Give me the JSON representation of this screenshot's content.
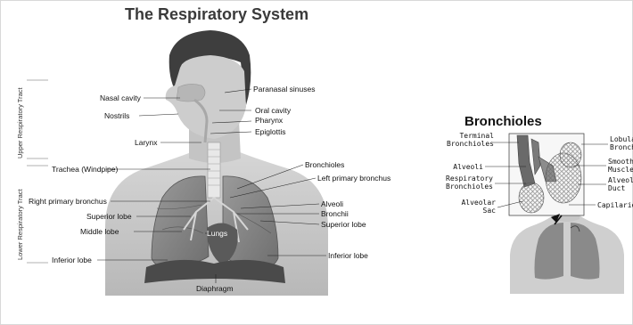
{
  "main_diagram": {
    "title": "The Respiratory System",
    "side_labels": {
      "upper": "Upper Respiratory Tract",
      "lower": "Lower Respiratory Tract"
    },
    "labels": {
      "nasal_cavity": "Nasal cavity",
      "nostrils": "Nostrils",
      "larynx": "Larynx",
      "trachea": "Trachea (Windpipe)",
      "right_primary_bronchus": "Right primary bronchus",
      "superior_lobe_left": "Superior lobe",
      "middle_lobe": "Middle lobe",
      "inferior_lobe_left": "Inferior lobe",
      "lungs": "Lungs",
      "diaphragm": "Diaphragm",
      "paranasal_sinuses": "Paranasal sinuses",
      "oral_cavity": "Oral cavity",
      "pharynx": "Pharynx",
      "epiglottis": "Epiglottis",
      "bronchioles": "Bronchioles",
      "left_primary_bronchus": "Left primary bronchus",
      "alveoli": "Alveoli",
      "bronchii": "Bronchii",
      "superior_lobe_right": "Superior lobe",
      "inferior_lobe_right": "Inferior lobe"
    }
  },
  "inset_diagram": {
    "title": "Bronchioles",
    "labels": {
      "terminal_bronchioles": "Terminal\nBronchioles",
      "alveoli": "Alveoli",
      "respiratory_bronchioles": "Respiratory\nBronchioles",
      "alveolar_sac": "Alveolar\nSac",
      "lobular_bronchiol": "Lobular\nBronchiol",
      "smooth_muscle": "Smooth\nMuscle",
      "alveolar_duct": "Alveolar\nDuct",
      "capilaries": "Capilaries"
    }
  }
}
